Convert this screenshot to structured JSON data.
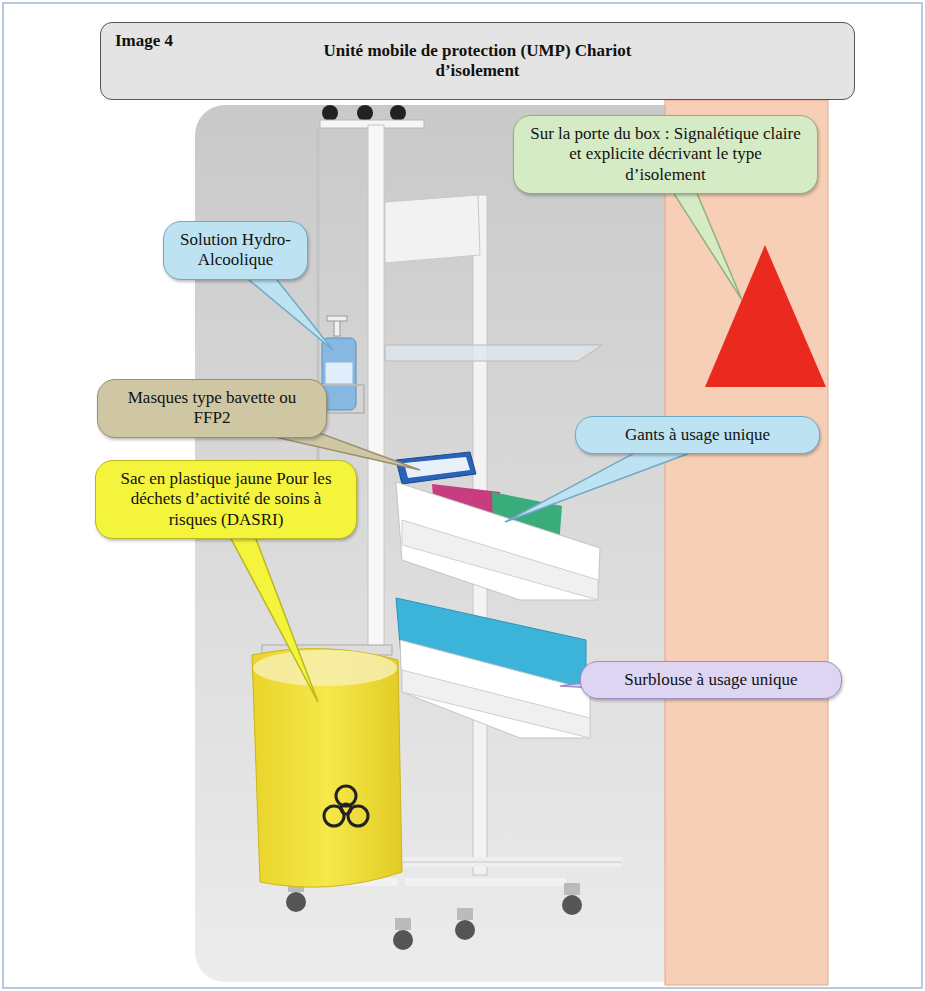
{
  "diagram": {
    "nodes": [
      {
        "text": [
          "Image 4",
          "Unité mobile de protection (UMP) Chariot d’isolement"
        ]
      },
      {
        "text": [
          "Sur la porte du box : Signalétique claire et explicite décrivant le type d’isolement"
        ]
      },
      {
        "text": [
          "Solution Hydro-Alcoolique"
        ]
      },
      {
        "text": [
          "Masques type bavette ou FFP2"
        ]
      },
      {
        "text": [
          "Gants à usage unique"
        ]
      },
      {
        "text": [
          "Sac en plastique jaune Pour les déchets d’activité de soins à risques (DASRI)"
        ]
      },
      {
        "text": [
          "Surblouse à usage unique"
        ]
      }
    ]
  }
}
